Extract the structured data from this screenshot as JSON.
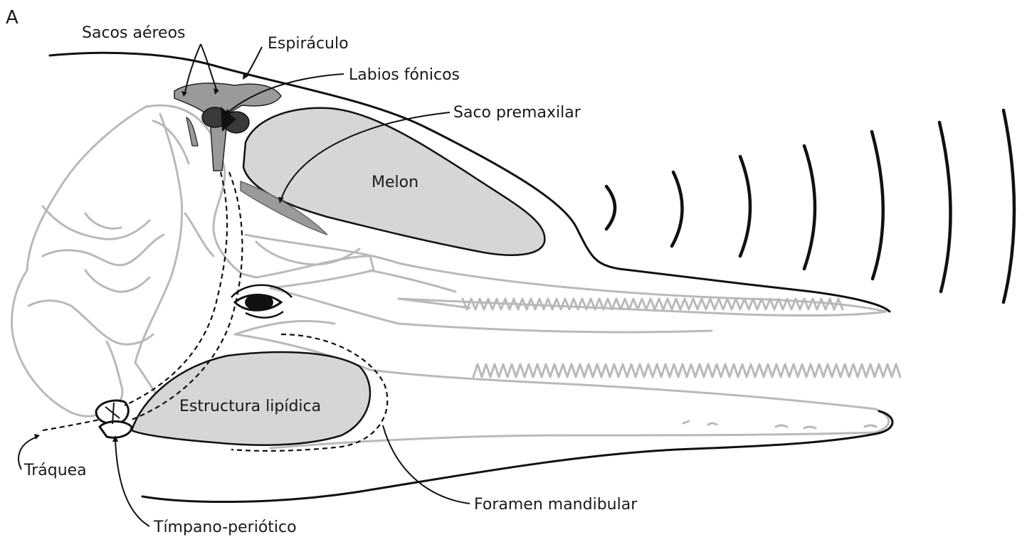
{
  "panel_label": "A",
  "labels": {
    "sacos_aereos": "Sacos aéreos",
    "espiraculo": "Espiráculo",
    "labios_fonicos": "Labios fónicos",
    "saco_premaxilar": "Saco premaxilar",
    "melon": "Melon",
    "estructura_lipidica": "Estructura lipídica",
    "traquea": "Tráquea",
    "timpano_periotico": "Tímpano-periótico",
    "foramen_mandibular": "Foramen mandibular"
  },
  "colors": {
    "outline": "#111111",
    "skull": "#b9b9b9",
    "fat": "#d6d6d6",
    "air_sacs_light": "#9a9a9a",
    "air_sacs_dark": "#3a3a3a"
  }
}
